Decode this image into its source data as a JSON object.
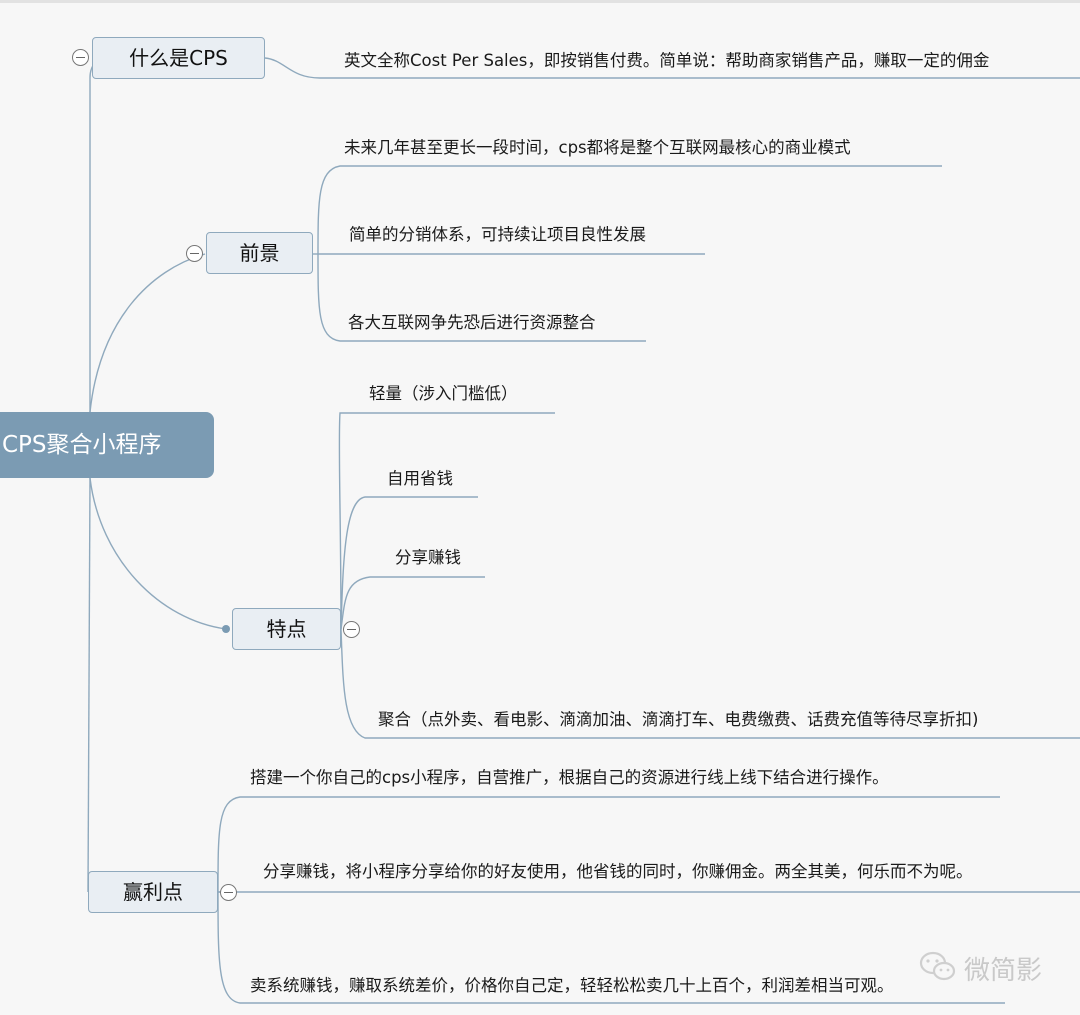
{
  "root": {
    "label": "CPS聚合小程序"
  },
  "branches": {
    "what": {
      "label": "什么是CPS",
      "items": [
        "英文全称Cost Per Sales，即按销售付费。简单说：帮助商家销售产品，赚取一定的佣金"
      ]
    },
    "prospect": {
      "label": "前景",
      "items": [
        "未来几年甚至更长一段时间，cps都将是整个互联网最核心的商业模式",
        "简单的分销体系，可持续让项目良性发展",
        "各大互联网争先恐后进行资源整合"
      ]
    },
    "features": {
      "label": "特点",
      "items": [
        "轻量（涉入门槛低）",
        "自用省钱",
        "分享赚钱",
        "聚合（点外卖、看电影、滴滴加油、滴滴打车、电费缴费、话费充值等待尽享折扣)"
      ]
    },
    "profit": {
      "label": "赢利点",
      "items": [
        "搭建一个你自己的cps小程序，自营推广，根据自己的资源进行线上线下结合进行操作。",
        "分享赚钱，将小程序分享给你的好友使用，他省钱的同时，你赚佣金。两全其美，何乐而不为呢。",
        "卖系统赚钱，赚取系统差价，价格你自己定，轻轻松松卖几十上百个，利润差相当可观。"
      ]
    }
  },
  "watermark": {
    "text": "微简影",
    "icon": "wechat-icon"
  },
  "colors": {
    "root": "#7b9bb3",
    "line": "#8fa9bd",
    "node_bg": "#e9eef3"
  }
}
